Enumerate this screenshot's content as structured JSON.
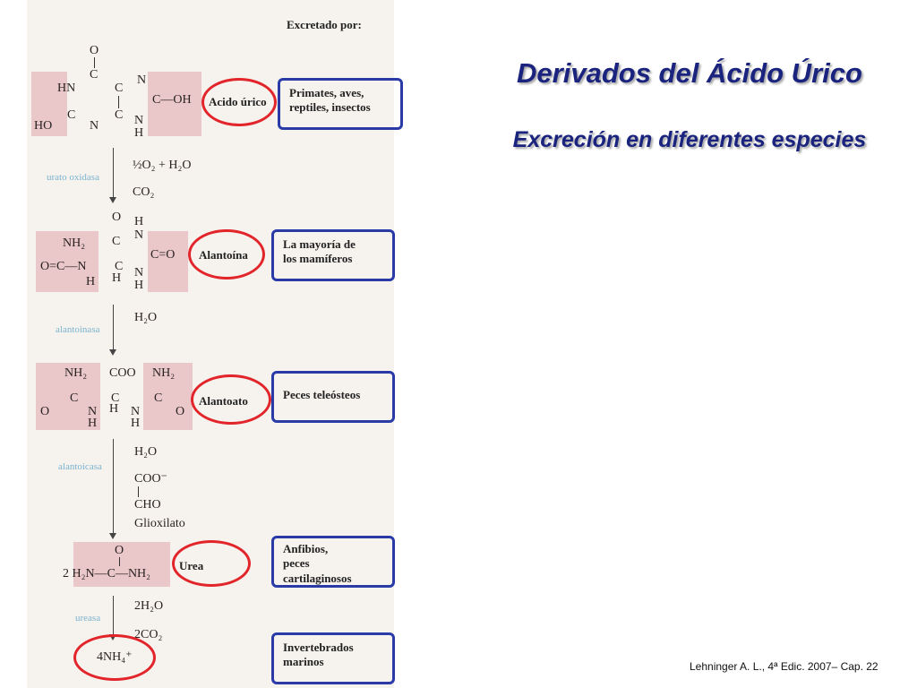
{
  "title": "Derivados del Ácido Úrico",
  "subtitle": "Excreción en diferentes especies",
  "header_label": "Excretado por:",
  "citation": "Lehninger A. L., 4ª Edic. 2007– Cap. 22",
  "compounds": [
    {
      "name": "Acido úrico",
      "excreted_by": [
        "Primates, aves,",
        "reptiles, insectos"
      ]
    },
    {
      "name": "Alantoína",
      "excreted_by": [
        "La mayoría de",
        "los mamíferos"
      ]
    },
    {
      "name": "Alantoato",
      "excreted_by": [
        "Peces teleósteos"
      ]
    },
    {
      "name": "Urea",
      "excreted_by": [
        "Anfibios,",
        "peces",
        "cartilaginosos"
      ]
    },
    {
      "name": "4NH₄⁺",
      "excreted_by": [
        "Invertebrados",
        "marinos"
      ]
    }
  ],
  "steps": [
    {
      "enzyme": "urato oxidasa",
      "reactants": "½O₂ + H₂O",
      "products": "CO₂"
    },
    {
      "enzyme": "alantoinasa",
      "reactants": "H₂O"
    },
    {
      "enzyme": "alantoicasa",
      "reactants": "H₂O",
      "products": [
        "COO⁻",
        "CHO",
        "Glioxilato"
      ]
    },
    {
      "enzyme": "ureasa",
      "reactants": "2H₂O",
      "products": "2CO₂"
    }
  ],
  "urea_prefix": "2",
  "colors": {
    "title": "#1a237e",
    "ellipse": "#e1252b",
    "box": "#2a3ba8",
    "enzyme": "#7bb3cf",
    "highlight": "#e8bfc2"
  }
}
